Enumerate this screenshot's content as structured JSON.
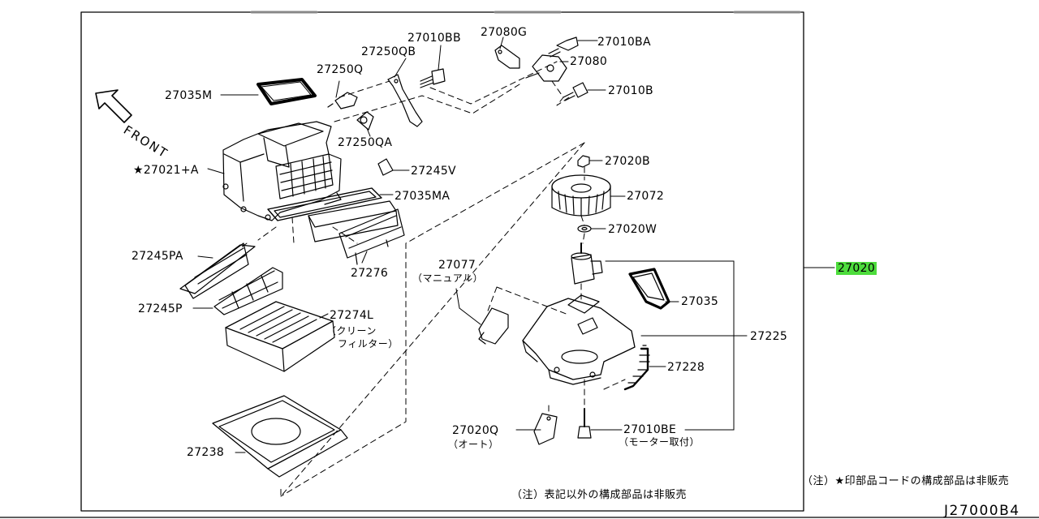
{
  "diagram": {
    "front_label": "FRONT",
    "highlight_color": "#4ddc3c",
    "parts": {
      "p27035M": "27035M",
      "p27250Q": "27250Q",
      "p27250QB": "27250QB",
      "p27010BB": "27010BB",
      "p27080G": "27080G",
      "p27010BA": "27010BA",
      "p27080": "27080",
      "p27010B": "27010B",
      "p27250QA": "27250QA",
      "p27021A": "★27021+A",
      "p27245V": "27245V",
      "p27035MA": "27035MA",
      "p27020B": "27020B",
      "p27072": "27072",
      "p27020W": "27020W",
      "p27245PA": "27245PA",
      "p27276": "27276",
      "p27077": "27077",
      "p27077_note": "（マニュアル）",
      "p27020": "27020",
      "p27245P": "27245P",
      "p27274L": "27274L",
      "p27274L_note1": "（クリーン",
      "p27274L_note2": "フィルター）",
      "p27035": "27035",
      "p27225": "27225",
      "p27228": "27228",
      "p27020Q": "27020Q",
      "p27020Q_note": "（オート）",
      "p27010BE": "27010BE",
      "p27010BE_note": "（モーター取付）",
      "p27238": "27238"
    },
    "notes": {
      "star_note": "（注）★印部品コードの構成部品は非販売",
      "bottom_note": "（注）表記以外の構成部品は非販売"
    },
    "diagram_code": "J27000B4"
  }
}
